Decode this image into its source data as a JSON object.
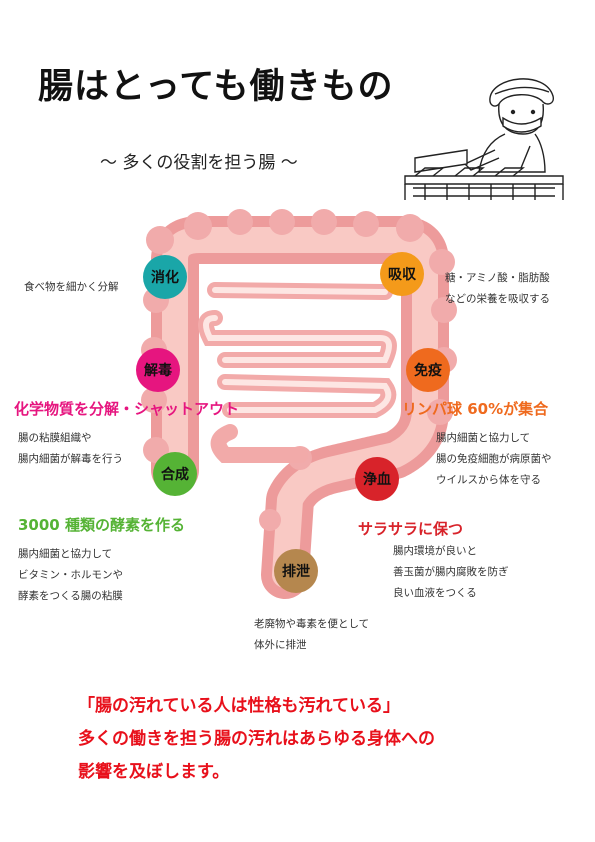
{
  "title": "腸はとっても働きもの",
  "subtitle": "～ 多くの役割を担う腸 ～",
  "functions": {
    "digestion": {
      "label": "消化",
      "color": "#1aa6a8",
      "desc": "食べ物を細かく分解"
    },
    "absorption": {
      "label": "吸収",
      "color": "#f49a1a",
      "desc": [
        "糖・アミノ酸・脂肪酸",
        "などの栄養を吸収する"
      ]
    },
    "detox": {
      "label": "解毒",
      "color": "#e6157f",
      "heading": "化学物質を分解・シャットアウト",
      "desc": [
        "腸の粘膜組織や",
        "腸内細菌が解毒を行う"
      ]
    },
    "immunity": {
      "label": "免疫",
      "color": "#ef6a1e",
      "heading": "リンパ球 60%が集合",
      "desc": [
        "腸内細菌と協力して",
        "腸の免疫細胞が病原菌や",
        "ウイルスから体を守る"
      ]
    },
    "synthesis": {
      "label": "合成",
      "color": "#55b335",
      "heading": "3000 種類の酵素を作る",
      "desc": [
        "腸内細菌と協力して",
        "ビタミン・ホルモンや",
        "酵素をつくる腸の粘膜"
      ]
    },
    "purification": {
      "label": "浄血",
      "color": "#d8232a",
      "heading": "サラサラに保つ",
      "desc": [
        "腸内環境が良いと",
        "善玉菌が腸内腐敗を防ぎ",
        "良い血液をつくる"
      ]
    },
    "excretion": {
      "label": "排泄",
      "color": "#b5874e",
      "desc": [
        "老廃物や毒素を便として",
        "体外に排泄"
      ]
    }
  },
  "footer": [
    "「腸の汚れている人は性格も汚れている」",
    "多くの働きを担う腸の汚れはあらゆる身体への",
    "影響を及ぼします。"
  ]
}
